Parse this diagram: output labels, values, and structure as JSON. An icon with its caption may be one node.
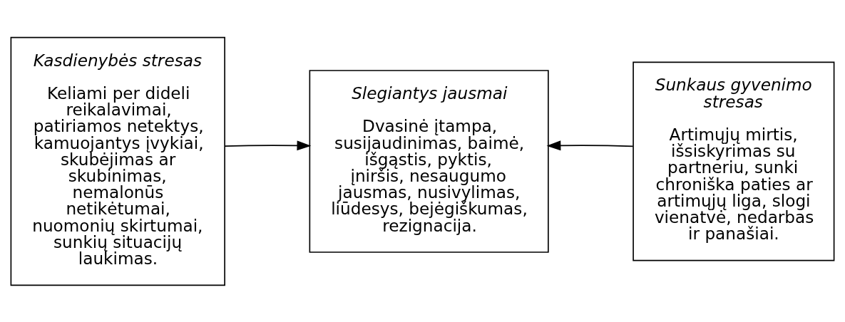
{
  "diagram": {
    "nodes": [
      {
        "text": [
          "Kasdienybės stresas",
          "Keliami per dideli reikalavimai, patiriamos netektys, kamuojantys įvykiai, skubėjimas ar skubinimas, nemalonūs netikėtumai, nuomonių skirtumai, sunkių situacijų laukimas."
        ]
      },
      {
        "text": [
          "Slegiantys jausmai",
          "Dvasinė įtampa, susijaudinimas, baimė, išgąstis, pyktis, įniršis, nesaugumo jausmas, nusivylimas, liūdesys, bejėgiškumas, rezignacija."
        ]
      },
      {
        "text": [
          "Sunkaus gyvenimo stresas",
          "Artimųjų mirtis, išsiskyrimas su partneriu, sunki chroniška paties ar artimųjų liga, slogi vienatvė, nedarbas ir panašiai."
        ]
      }
    ],
    "edges": [
      {
        "from": 0,
        "to": 1,
        "arrow": "to"
      },
      {
        "from": 2,
        "to": 1,
        "arrow": "to"
      }
    ]
  }
}
